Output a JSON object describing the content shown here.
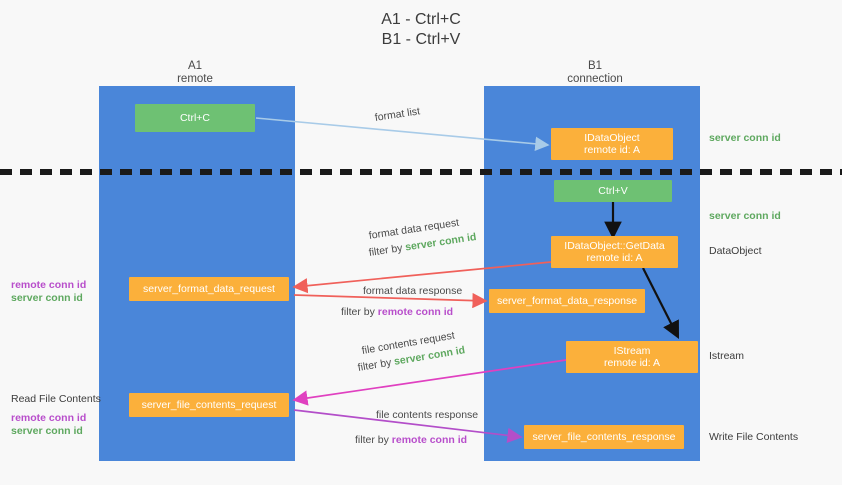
{
  "title": {
    "line1": "A1 - Ctrl+C",
    "line2": "B1 - Ctrl+V"
  },
  "columns": [
    {
      "name": "A1",
      "sub": "remote"
    },
    {
      "name": "B1",
      "sub": "connection"
    }
  ],
  "boxes": {
    "ctrl_c": "Ctrl+C",
    "ctrl_v": "Ctrl+V",
    "idataobject_top_l1": "IDataObject",
    "idataobject_top_l2": "remote id: A",
    "getdata_l1": "IDataObject::GetData",
    "getdata_l2": "remote id: A",
    "istream_l1": "IStream",
    "istream_l2": "remote id: A",
    "server_format_data_request": "server_format_data_request",
    "server_format_data_response": "server_format_data_response",
    "server_file_contents_request": "server_file_contents_request",
    "server_file_contents_response": "server_file_contents_response"
  },
  "edge_labels": {
    "format_list": "format list",
    "format_data_request": "format data request",
    "format_data_response": "format data response",
    "file_contents_request": "file contents request",
    "file_contents_response": "file contents response",
    "filter_by": "filter by ",
    "server_conn_id": "server conn id",
    "remote_conn_id": "remote conn id"
  },
  "right_notes": {
    "server_conn_id_1": "server conn id",
    "server_conn_id_2": "server conn id",
    "dataobject": "DataObject",
    "istream": "Istream",
    "write_file_contents": "Write File Contents"
  },
  "left_notes": {
    "remote_conn_id_1": "remote conn id",
    "server_conn_id_1": "server conn id",
    "read_file_contents": "Read File Contents",
    "remote_conn_id_2": "remote conn id",
    "server_conn_id_2": "server conn id"
  },
  "colors": {
    "lane": "#4a86d9",
    "green_box": "#6ec173",
    "orange_box": "#fbb03b",
    "green_text": "#5ea85f",
    "purple_text": "#b84ecb",
    "arrow_blue": "#a8cbe8",
    "arrow_red": "#f0605a",
    "arrow_magenta": "#e040c0",
    "arrow_purple": "#b34ec9",
    "arrow_black": "#111111",
    "background": "#f8f8f8"
  }
}
